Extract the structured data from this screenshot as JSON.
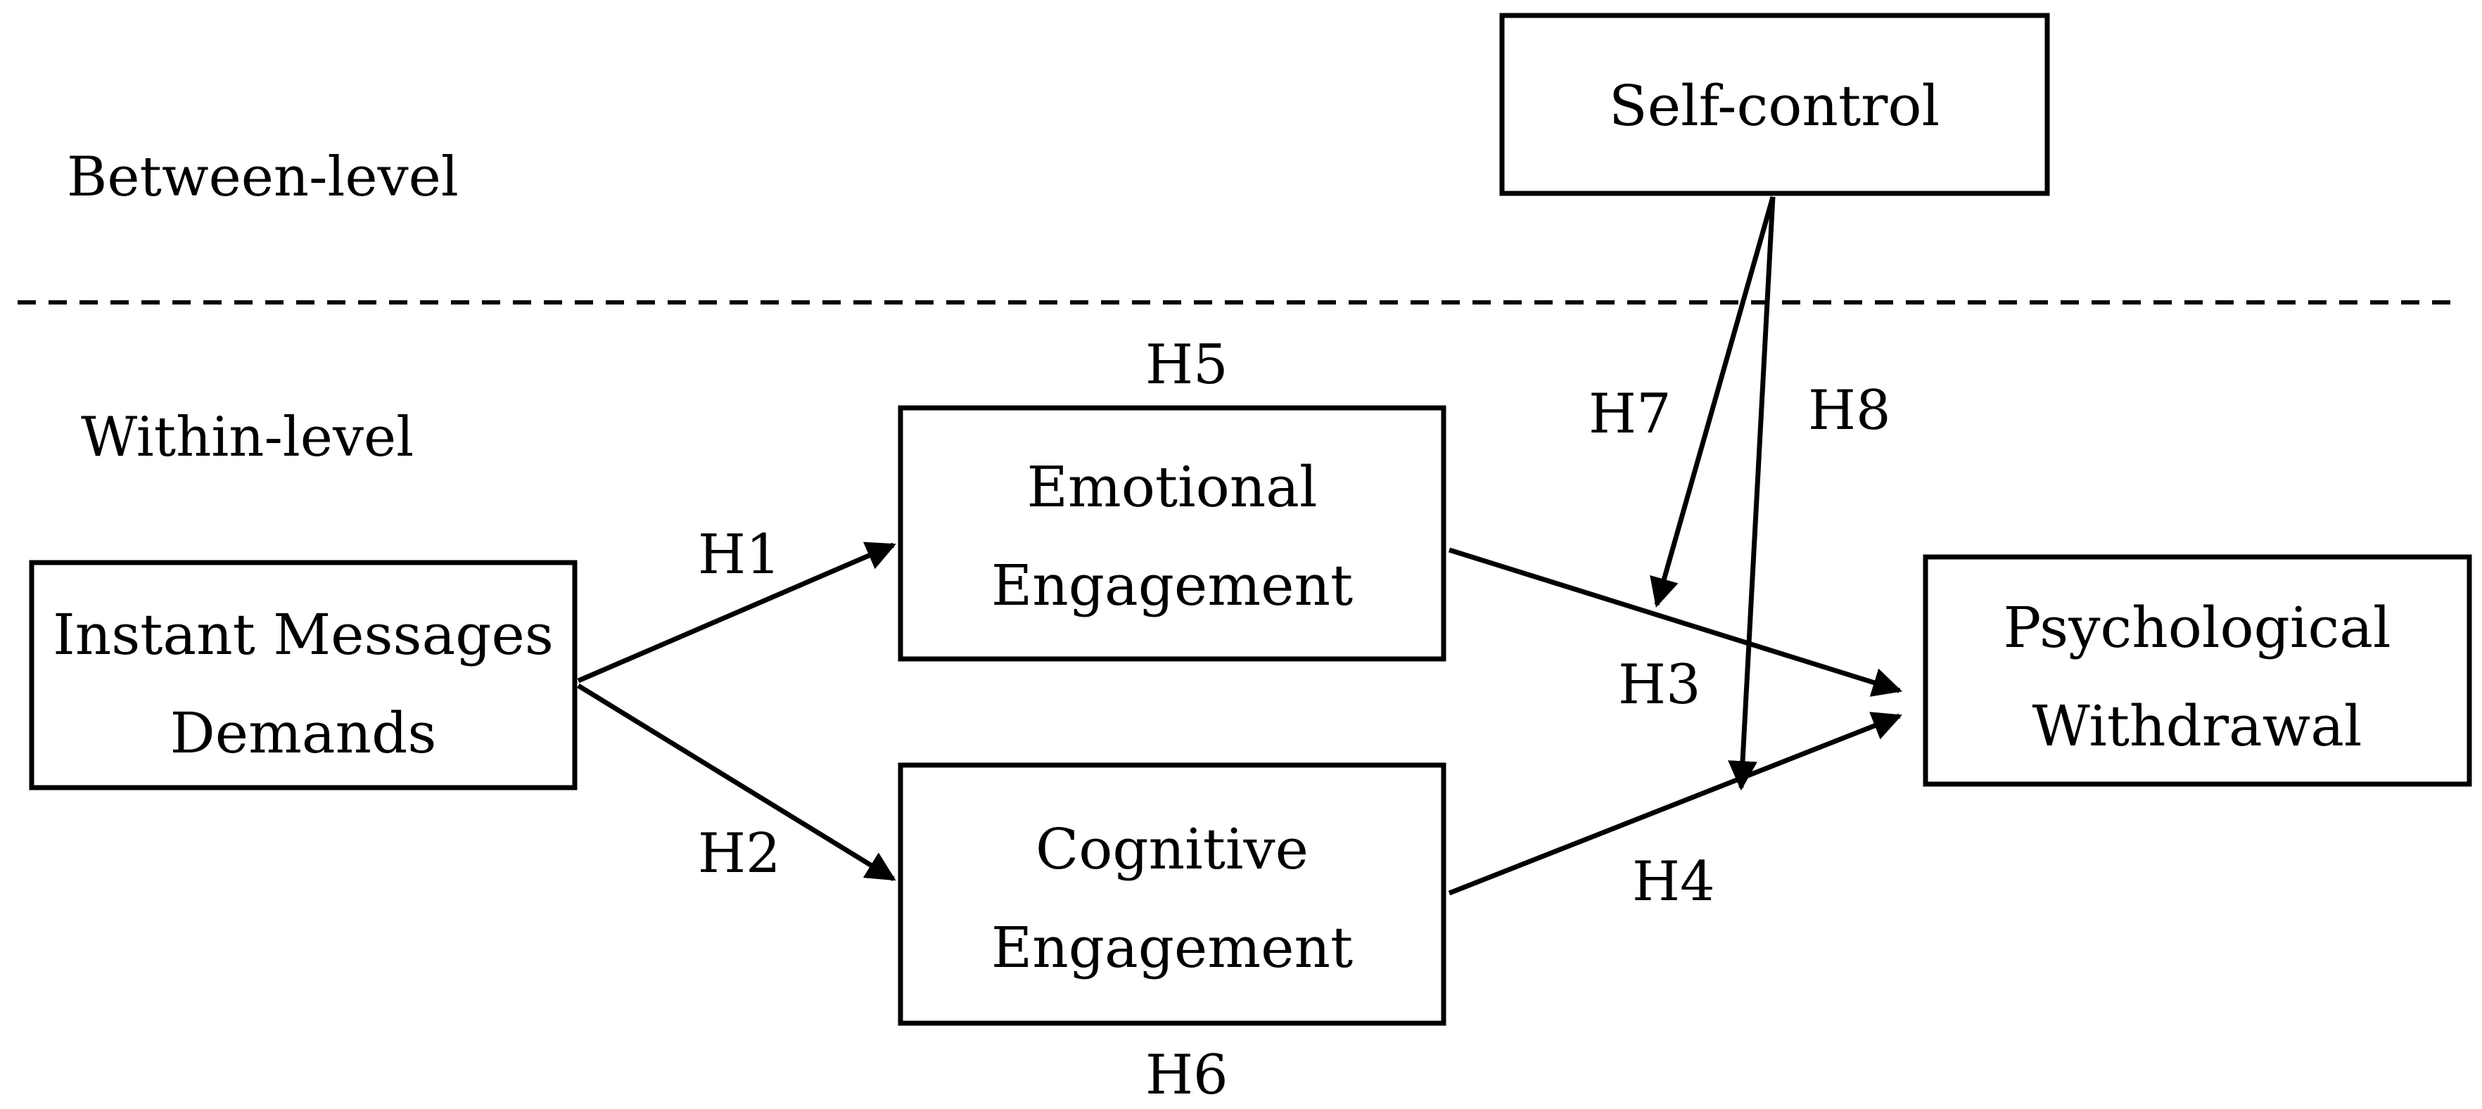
{
  "levels": {
    "between": "Between-level",
    "within": "Within-level"
  },
  "nodes": {
    "self_control": [
      "Self-control"
    ],
    "instant_messages": [
      "Instant Messages",
      "Demands"
    ],
    "emotional": [
      "Emotional",
      "Engagement"
    ],
    "cognitive": [
      "Cognitive",
      "Engagement"
    ],
    "withdrawal": [
      "Psychological",
      "Withdrawal"
    ]
  },
  "hypotheses": {
    "h1": "H1",
    "h2": "H2",
    "h3": "H3",
    "h4": "H4",
    "h5": "H5",
    "h6": "H6",
    "h7": "H7",
    "h8": "H8"
  },
  "colors": {
    "stroke": "#000000",
    "background": "#ffffff"
  }
}
